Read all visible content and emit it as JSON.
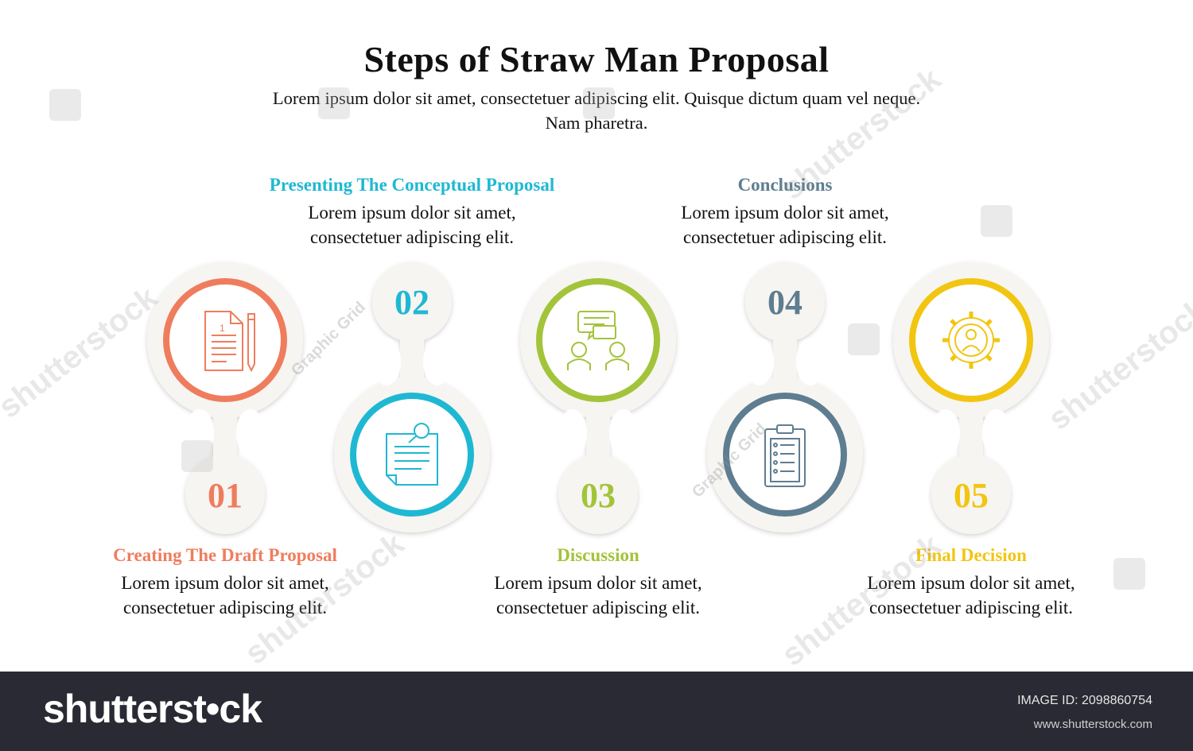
{
  "header": {
    "title": "Steps of Straw Man Proposal",
    "subtitle": "Lorem ipsum dolor sit amet, consectetuer adipiscing elit. Quisque dictum quam vel neque. Nam pharetra."
  },
  "steps": [
    {
      "number": "01",
      "title": "Creating The Draft Proposal",
      "line1": "Lorem ipsum dolor sit amet,",
      "line2": "consectetuer adipiscing elit.",
      "color": "#ef7d5d",
      "icon": "draft-document-pencil-icon"
    },
    {
      "number": "02",
      "title": "Presenting The Conceptual Proposal",
      "line1": "Lorem ipsum dolor sit amet,",
      "line2": "consectetuer adipiscing elit.",
      "color": "#1fb8d3",
      "icon": "note-magnifier-icon"
    },
    {
      "number": "03",
      "title": "Discussion",
      "line1": "Lorem ipsum dolor sit amet,",
      "line2": "consectetuer adipiscing elit.",
      "color": "#a3c43a",
      "icon": "discussion-people-icon"
    },
    {
      "number": "04",
      "title": "Conclusions",
      "line1": "Lorem ipsum dolor sit amet,",
      "line2": "consectetuer adipiscing elit.",
      "color": "#5f7d90",
      "icon": "clipboard-checklist-icon"
    },
    {
      "number": "05",
      "title": "Final Decision",
      "line1": "Lorem ipsum dolor sit amet,",
      "line2": "consectetuer adipiscing elit.",
      "color": "#f2c511",
      "icon": "gear-person-icon"
    }
  ],
  "watermarks": {
    "brand": "shutterstock",
    "author": "Graphic Grid"
  },
  "footer": {
    "brand": "shutterst•ck",
    "image_id": "IMAGE ID: 2098860754",
    "site": "www.shutterstock.com"
  }
}
